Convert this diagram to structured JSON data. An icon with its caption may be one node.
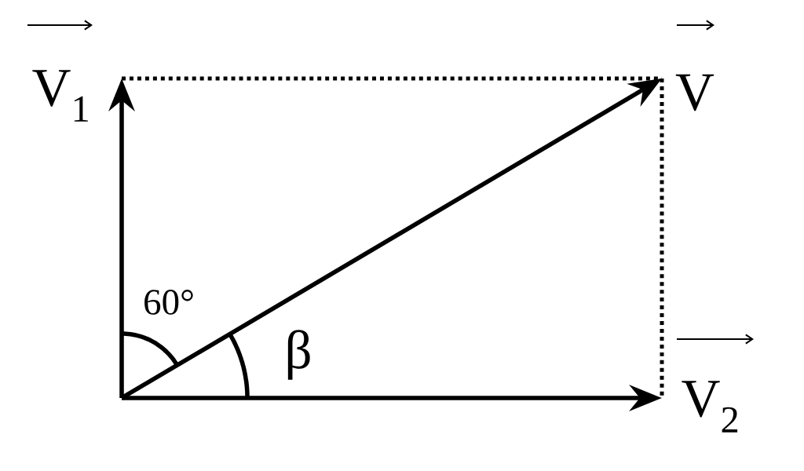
{
  "diagram": {
    "nodes": [
      {
        "text": [
          "V$_{1}$"
        ]
      },
      {
        "text": [
          "V"
        ]
      },
      {
        "text": [
          "V$_{2}$"
        ]
      }
    ],
    "edges": [
      {
        "from": null,
        "to": 0,
        "arrow": "to"
      },
      {
        "from": null,
        "to": 1,
        "arrow": "to"
      },
      {
        "from": null,
        "to": 2,
        "arrow": "to"
      },
      {
        "from": 0,
        "to": 1,
        "arrow": "none",
        "style": "dashed"
      },
      {
        "from": 1,
        "to": 2,
        "arrow": "none",
        "style": "dashed"
      }
    ],
    "labels": [
      "60°",
      "β"
    ]
  }
}
